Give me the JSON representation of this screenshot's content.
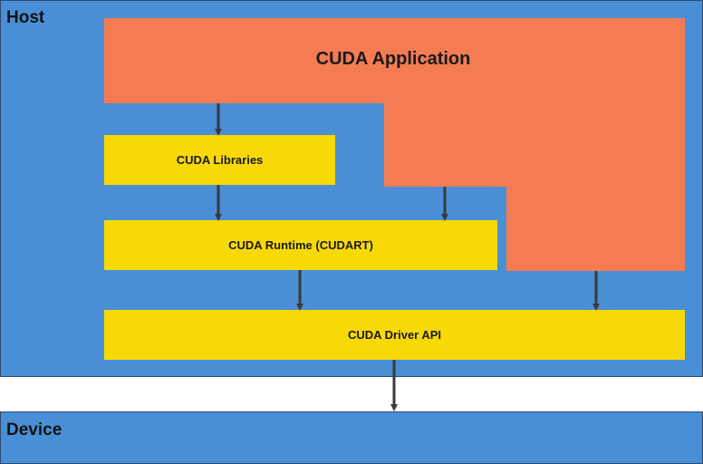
{
  "host": {
    "label": "Host"
  },
  "device": {
    "label": "Device"
  },
  "application": {
    "label": "CUDA  Application"
  },
  "layers": {
    "libraries": "CUDA Libraries",
    "runtime": "CUDA Runtime (CUDART)",
    "driver": "CUDA Driver API"
  },
  "colors": {
    "background_region": "#4a8fd6",
    "application": "#f57b52",
    "layer": "#f7d908",
    "arrow": "#3a3a3a"
  }
}
